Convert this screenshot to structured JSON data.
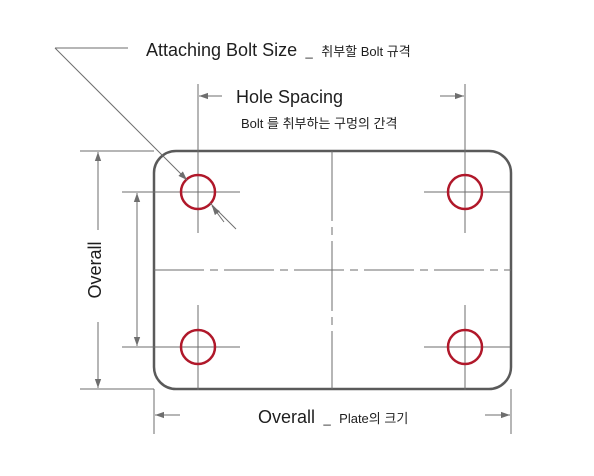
{
  "labels": {
    "bolt_size_main": "Attaching Bolt Size",
    "bolt_size_sep": "_",
    "bolt_size_sub": "취부할 Bolt 규격",
    "hole_spacing_main": "Hole Spacing",
    "hole_spacing_sub": "Bolt 를 취부하는 구멍의 간격",
    "overall_vertical": "Overall",
    "overall_bottom_main": "Overall",
    "overall_bottom_sep": "_",
    "overall_bottom_sub": "Plate의 크기"
  },
  "colors": {
    "line": "#6e6e6e",
    "plate_outline": "#5a5a5a",
    "hole": "#b0182a",
    "text": "#1e1e1e"
  }
}
